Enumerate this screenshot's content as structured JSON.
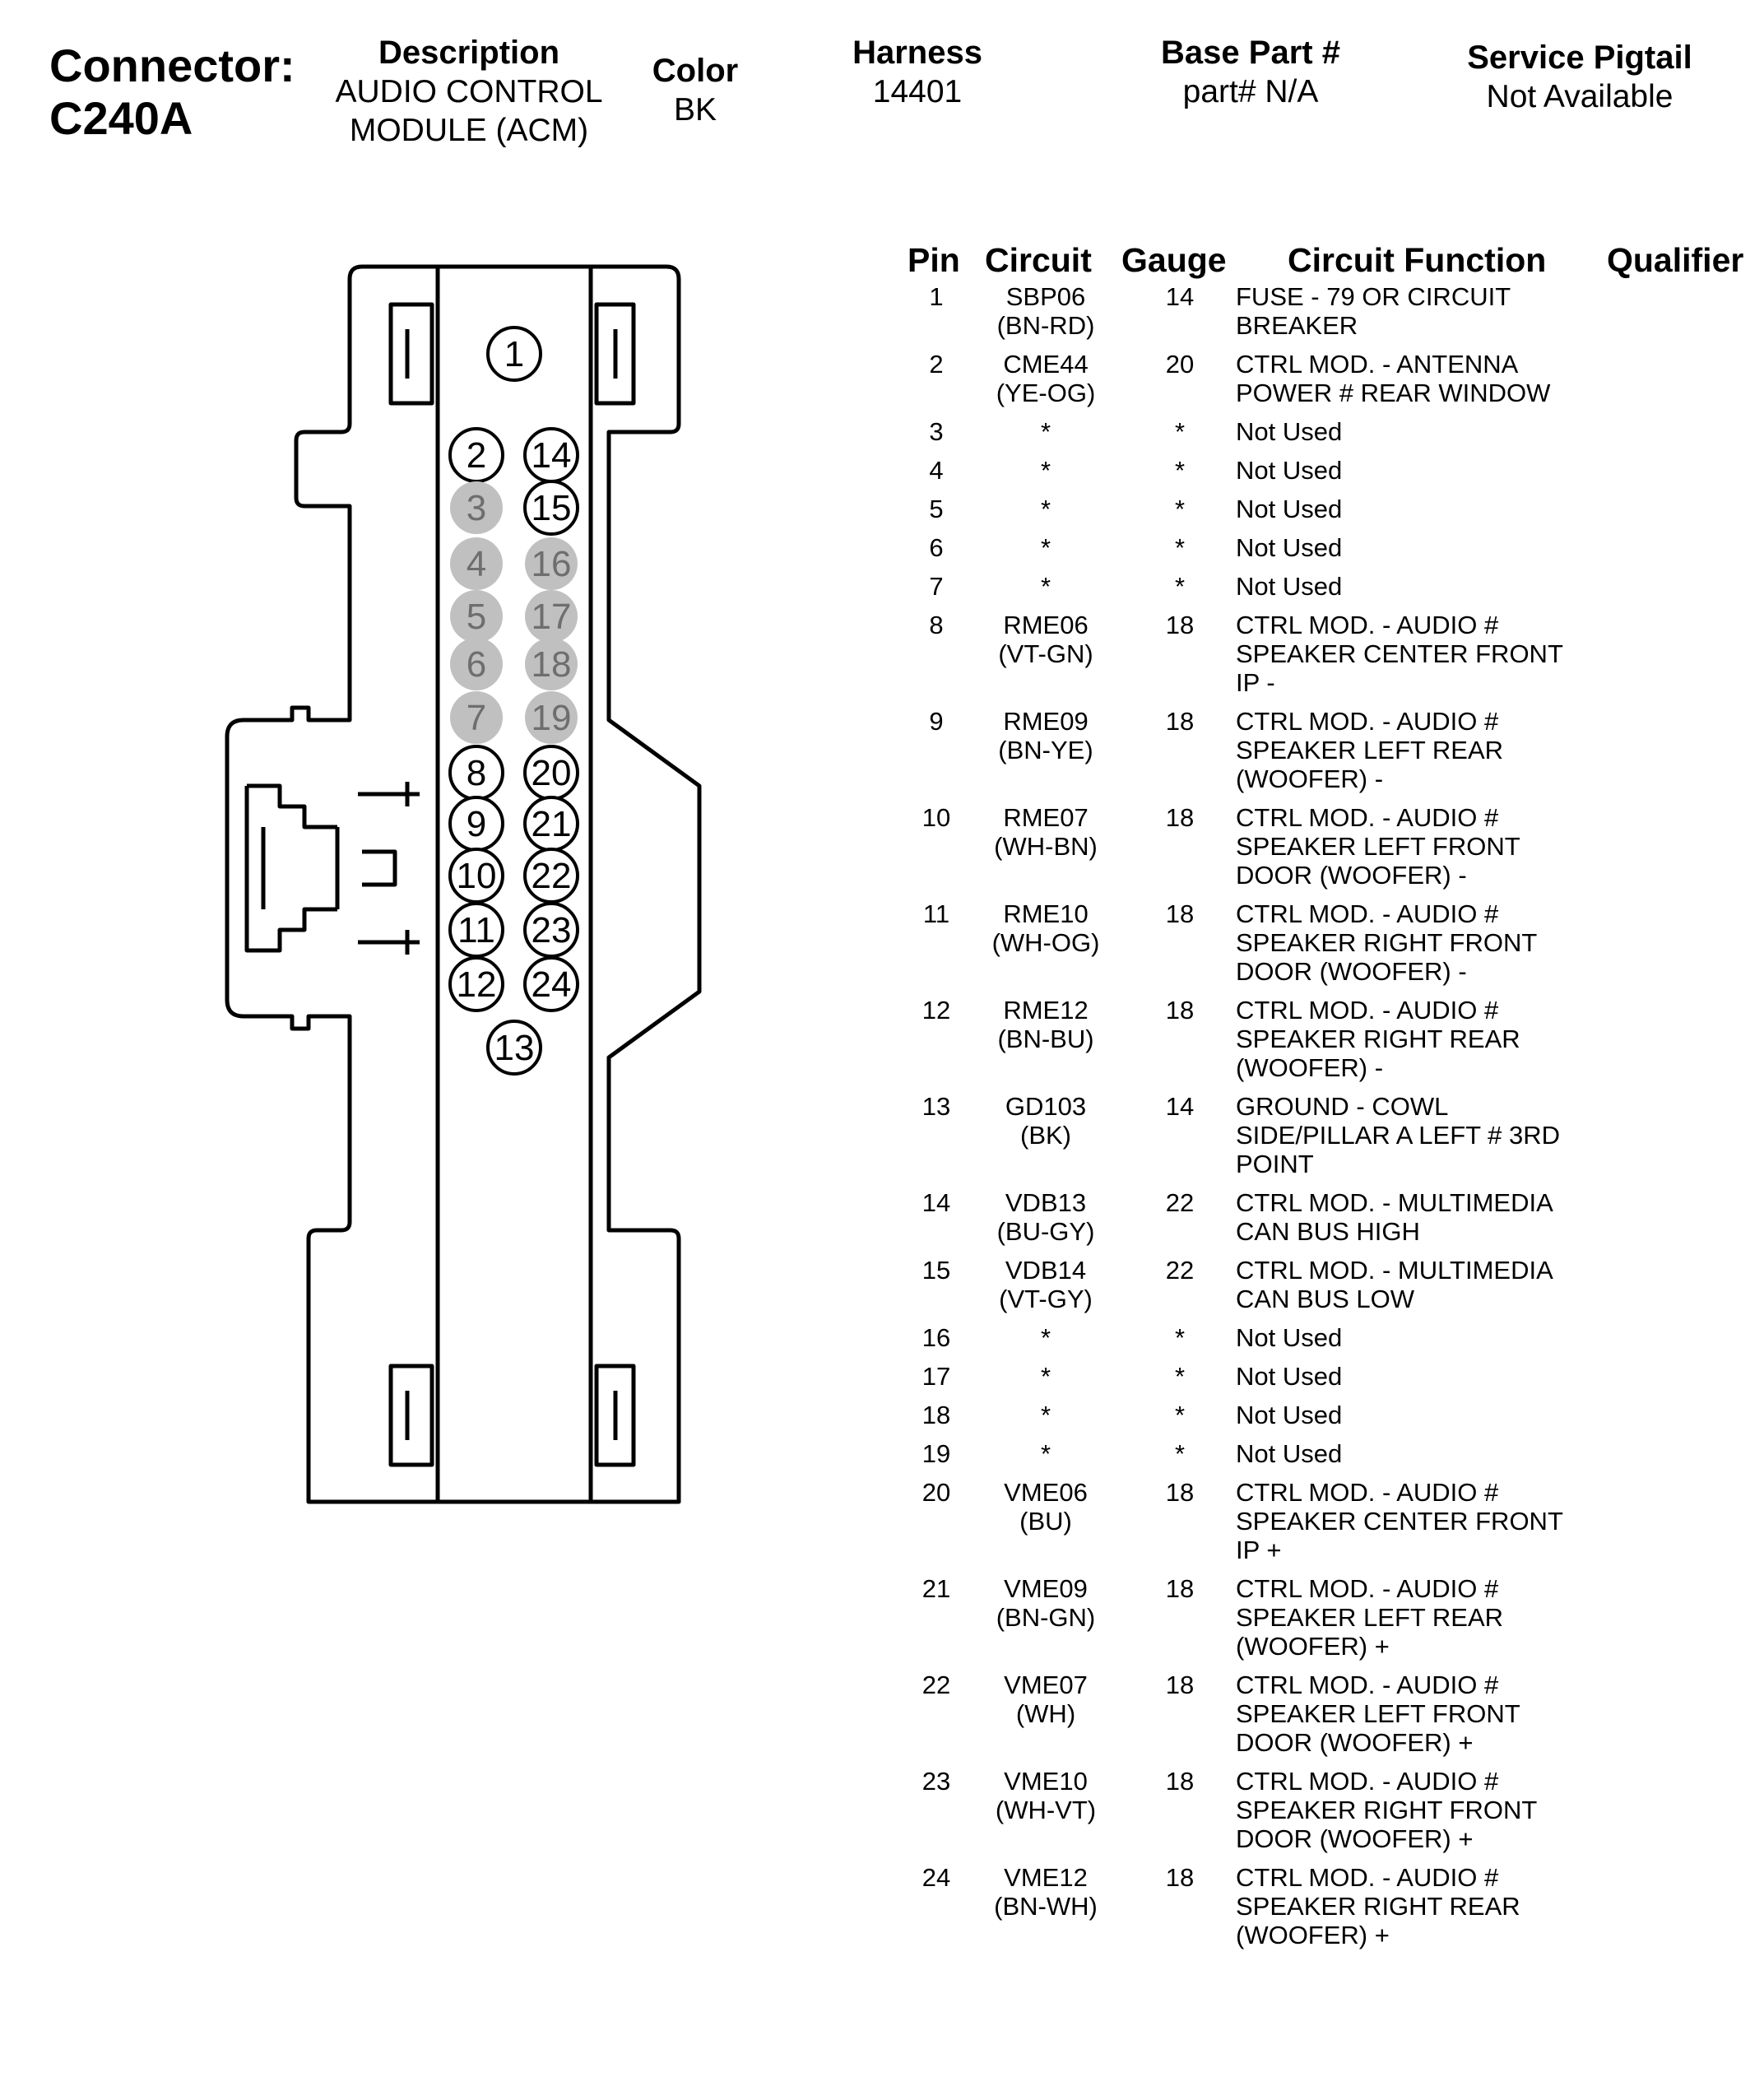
{
  "header": {
    "connector_label": "Connector:",
    "connector_id": "C240A",
    "description_title": "Description",
    "description_line1": "AUDIO CONTROL",
    "description_line2": "MODULE (ACM)",
    "color_title": "Color",
    "color_value": "BK",
    "harness_title": "Harness",
    "harness_value": "14401",
    "base_part_title": "Base Part #",
    "base_part_value": "part# N/A",
    "pigtail_title": "Service Pigtail",
    "pigtail_value": "Not Available"
  },
  "table": {
    "col_pin": "Pin",
    "col_circuit": "Circuit",
    "col_gauge": "Gauge",
    "col_function": "Circuit Function",
    "col_qualifier": "Qualifier",
    "rows": [
      {
        "pin": "1",
        "circuit": "SBP06",
        "color": "(BN-RD)",
        "gauge": "14",
        "function": "FUSE - 79 OR CIRCUIT\nBREAKER"
      },
      {
        "pin": "2",
        "circuit": "CME44",
        "color": "(YE-OG)",
        "gauge": "20",
        "function": "CTRL MOD. - ANTENNA\nPOWER # REAR WINDOW"
      },
      {
        "pin": "3",
        "circuit": "*",
        "color": "",
        "gauge": "*",
        "function": "Not Used"
      },
      {
        "pin": "4",
        "circuit": "*",
        "color": "",
        "gauge": "*",
        "function": "Not Used"
      },
      {
        "pin": "5",
        "circuit": "*",
        "color": "",
        "gauge": "*",
        "function": "Not Used"
      },
      {
        "pin": "6",
        "circuit": "*",
        "color": "",
        "gauge": "*",
        "function": "Not Used"
      },
      {
        "pin": "7",
        "circuit": "*",
        "color": "",
        "gauge": "*",
        "function": "Not Used"
      },
      {
        "pin": "8",
        "circuit": "RME06",
        "color": "(VT-GN)",
        "gauge": "18",
        "function": "CTRL MOD. - AUDIO #\nSPEAKER CENTER FRONT\nIP -"
      },
      {
        "pin": "9",
        "circuit": "RME09",
        "color": "(BN-YE)",
        "gauge": "18",
        "function": "CTRL MOD. - AUDIO #\nSPEAKER LEFT REAR\n(WOOFER) -"
      },
      {
        "pin": "10",
        "circuit": "RME07",
        "color": "(WH-BN)",
        "gauge": "18",
        "function": "CTRL MOD. - AUDIO #\nSPEAKER LEFT FRONT\nDOOR (WOOFER) -"
      },
      {
        "pin": "11",
        "circuit": "RME10",
        "color": "(WH-OG)",
        "gauge": "18",
        "function": "CTRL MOD. - AUDIO #\nSPEAKER RIGHT FRONT\nDOOR (WOOFER) -"
      },
      {
        "pin": "12",
        "circuit": "RME12",
        "color": "(BN-BU)",
        "gauge": "18",
        "function": "CTRL MOD. - AUDIO #\nSPEAKER RIGHT REAR\n(WOOFER) -"
      },
      {
        "pin": "13",
        "circuit": "GD103",
        "color": "(BK)",
        "gauge": "14",
        "function": "GROUND - COWL\nSIDE/PILLAR A LEFT # 3RD\nPOINT"
      },
      {
        "pin": "14",
        "circuit": "VDB13",
        "color": "(BU-GY)",
        "gauge": "22",
        "function": "CTRL MOD. - MULTIMEDIA\nCAN BUS HIGH"
      },
      {
        "pin": "15",
        "circuit": "VDB14",
        "color": "(VT-GY)",
        "gauge": "22",
        "function": "CTRL MOD. - MULTIMEDIA\nCAN BUS LOW"
      },
      {
        "pin": "16",
        "circuit": "*",
        "color": "",
        "gauge": "*",
        "function": "Not Used"
      },
      {
        "pin": "17",
        "circuit": "*",
        "color": "",
        "gauge": "*",
        "function": "Not Used"
      },
      {
        "pin": "18",
        "circuit": "*",
        "color": "",
        "gauge": "*",
        "function": "Not Used"
      },
      {
        "pin": "19",
        "circuit": "*",
        "color": "",
        "gauge": "*",
        "function": "Not Used"
      },
      {
        "pin": "20",
        "circuit": "VME06",
        "color": "(BU)",
        "gauge": "18",
        "function": "CTRL MOD. - AUDIO #\nSPEAKER CENTER FRONT\nIP +"
      },
      {
        "pin": "21",
        "circuit": "VME09",
        "color": "(BN-GN)",
        "gauge": "18",
        "function": "CTRL MOD. - AUDIO #\nSPEAKER LEFT REAR\n(WOOFER) +"
      },
      {
        "pin": "22",
        "circuit": "VME07",
        "color": "(WH)",
        "gauge": "18",
        "function": "CTRL MOD. - AUDIO #\nSPEAKER LEFT FRONT\nDOOR (WOOFER) +"
      },
      {
        "pin": "23",
        "circuit": "VME10",
        "color": "(WH-VT)",
        "gauge": "18",
        "function": "CTRL MOD. - AUDIO #\nSPEAKER RIGHT FRONT\nDOOR (WOOFER) +"
      },
      {
        "pin": "24",
        "circuit": "VME12",
        "color": "(BN-WH)",
        "gauge": "18",
        "function": "CTRL MOD. - AUDIO #\nSPEAKER RIGHT REAR\n(WOOFER) +"
      }
    ]
  },
  "diagram": {
    "pins": [
      {
        "label": "1",
        "used": true
      },
      {
        "label": "2",
        "used": true
      },
      {
        "label": "14",
        "used": true
      },
      {
        "label": "3",
        "used": false
      },
      {
        "label": "15",
        "used": true
      },
      {
        "label": "4",
        "used": false
      },
      {
        "label": "16",
        "used": false
      },
      {
        "label": "5",
        "used": false
      },
      {
        "label": "17",
        "used": false
      },
      {
        "label": "6",
        "used": false
      },
      {
        "label": "18",
        "used": false
      },
      {
        "label": "7",
        "used": false
      },
      {
        "label": "19",
        "used": false
      },
      {
        "label": "8",
        "used": true
      },
      {
        "label": "20",
        "used": true
      },
      {
        "label": "9",
        "used": true
      },
      {
        "label": "21",
        "used": true
      },
      {
        "label": "10",
        "used": true
      },
      {
        "label": "22",
        "used": true
      },
      {
        "label": "11",
        "used": true
      },
      {
        "label": "23",
        "used": true
      },
      {
        "label": "12",
        "used": true
      },
      {
        "label": "24",
        "used": true
      },
      {
        "label": "13",
        "used": true
      }
    ],
    "unused_fill": "#c0c0c0",
    "unused_text": "#6e6e6e"
  }
}
